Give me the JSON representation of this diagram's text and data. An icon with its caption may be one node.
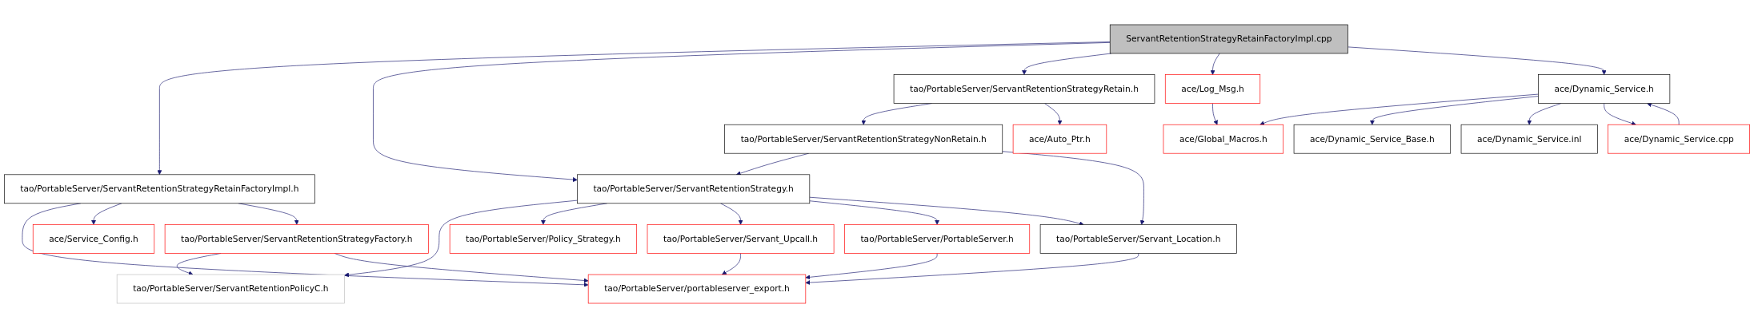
{
  "diagram": {
    "nodes": [
      {
        "text": [
          "ServantRetentionStrategyRetainFactoryImpl.cpp"
        ]
      },
      {
        "text": [
          "tao/PortableServer/ServantRetentionStrategyRetain.h"
        ]
      },
      {
        "text": [
          "ace/Log_Msg.h"
        ]
      },
      {
        "text": [
          "ace/Dynamic_Service.h"
        ]
      },
      {
        "text": [
          "tao/PortableServer/ServantRetentionStrategyRetainFactoryImpl.h"
        ]
      },
      {
        "text": [
          "tao/PortableServer/ServantRetentionStrategyNonRetain.h"
        ]
      },
      {
        "text": [
          "ace/Auto_Ptr.h"
        ]
      },
      {
        "text": [
          "ace/Global_Macros.h"
        ]
      },
      {
        "text": [
          "ace/Dynamic_Service_Base.h"
        ]
      },
      {
        "text": [
          "ace/Dynamic_Service.inl"
        ]
      },
      {
        "text": [
          "ace/Dynamic_Service.cpp"
        ]
      },
      {
        "text": [
          "ace/Service_Config.h"
        ]
      },
      {
        "text": [
          "tao/PortableServer/ServantRetentionStrategyFactory.h"
        ]
      },
      {
        "text": [
          "tao/PortableServer/ServantRetentionStrategy.h"
        ]
      },
      {
        "text": [
          "tao/PortableServer/ServantRetentionPolicyC.h"
        ]
      },
      {
        "text": [
          "tao/PortableServer/Policy_Strategy.h"
        ]
      },
      {
        "text": [
          "tao/PortableServer/Servant_Upcall.h"
        ]
      },
      {
        "text": [
          "tao/PortableServer/PortableServer.h"
        ]
      },
      {
        "text": [
          "tao/PortableServer/Servant_Location.h"
        ]
      },
      {
        "text": [
          "tao/PortableServer/portableserver_export.h"
        ]
      }
    ],
    "edges": [
      {
        "from": 0,
        "to": 4,
        "arrow": "to"
      },
      {
        "from": 0,
        "to": 13,
        "arrow": "to"
      },
      {
        "from": 0,
        "to": 1,
        "arrow": "to"
      },
      {
        "from": 0,
        "to": 2,
        "arrow": "to"
      },
      {
        "from": 0,
        "to": 3,
        "arrow": "to"
      },
      {
        "from": 1,
        "to": 5,
        "arrow": "to"
      },
      {
        "from": 1,
        "to": 6,
        "arrow": "to"
      },
      {
        "from": 2,
        "to": 7,
        "arrow": "to"
      },
      {
        "from": 3,
        "to": 7,
        "arrow": "to"
      },
      {
        "from": 3,
        "to": 8,
        "arrow": "to"
      },
      {
        "from": 3,
        "to": 9,
        "arrow": "to"
      },
      {
        "from": 3,
        "to": 10,
        "arrow": "to"
      },
      {
        "from": 10,
        "to": 3,
        "arrow": "to"
      },
      {
        "from": 4,
        "to": 19,
        "arrow": "to"
      },
      {
        "from": 4,
        "to": 11,
        "arrow": "to"
      },
      {
        "from": 4,
        "to": 12,
        "arrow": "to"
      },
      {
        "from": 5,
        "to": 13,
        "arrow": "to"
      },
      {
        "from": 5,
        "to": 18,
        "arrow": "to"
      },
      {
        "from": 12,
        "to": 14,
        "arrow": "to"
      },
      {
        "from": 12,
        "to": 19,
        "arrow": "to"
      },
      {
        "from": 13,
        "to": 14,
        "arrow": "to"
      },
      {
        "from": 13,
        "to": 15,
        "arrow": "to"
      },
      {
        "from": 13,
        "to": 16,
        "arrow": "to"
      },
      {
        "from": 13,
        "to": 17,
        "arrow": "to"
      },
      {
        "from": 13,
        "to": 18,
        "arrow": "to"
      },
      {
        "from": 16,
        "to": 19,
        "arrow": "to"
      },
      {
        "from": 17,
        "to": 19,
        "arrow": "to"
      },
      {
        "from": 18,
        "to": 19,
        "arrow": "to"
      }
    ]
  }
}
